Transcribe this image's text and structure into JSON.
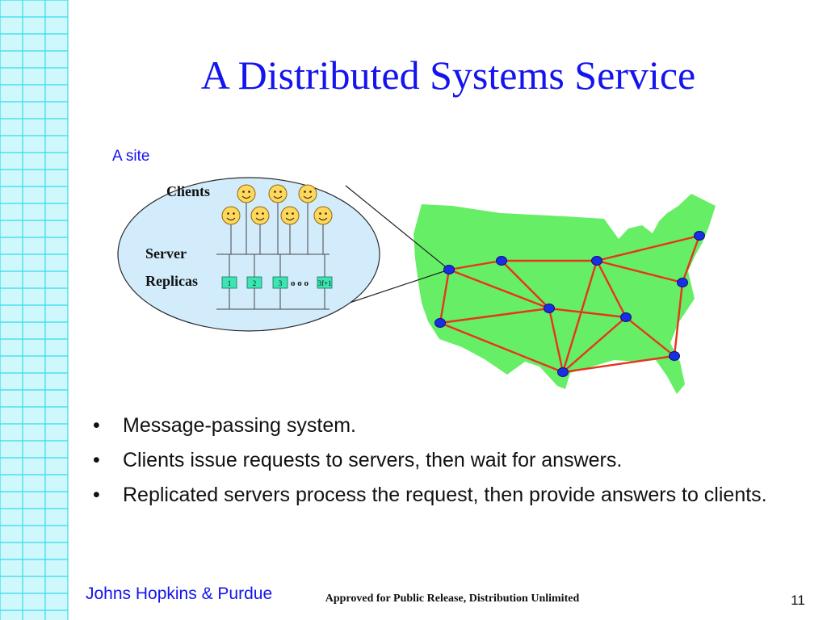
{
  "slide": {
    "title": "A Distributed Systems Service"
  },
  "diagram": {
    "site_label": "A site",
    "clients_label": "Clients",
    "server_label": "Server",
    "replicas_label": "Replicas",
    "replicas": [
      "1",
      "2",
      "3",
      "3f+1"
    ],
    "ellipsis": "o o o",
    "colors": {
      "map_fill": "#66ee66",
      "edge": "#e8341c",
      "node": "#1a2ee6",
      "bubble_fill": "#d2ecfc",
      "face_fill": "#ffd75a",
      "replica_fill": "#3ce6b4",
      "grid_fill": "#cef8fc",
      "grid_line": "#36dcec"
    }
  },
  "bullets": [
    "Message-passing system.",
    "Clients issue requests  to servers, then wait for answers.",
    "Replicated servers process the request, then provide answers to clients."
  ],
  "footer": {
    "left": "Johns Hopkins & Purdue",
    "center": "Approved for Public Release, Distribution Unlimited",
    "page_number": "11"
  }
}
